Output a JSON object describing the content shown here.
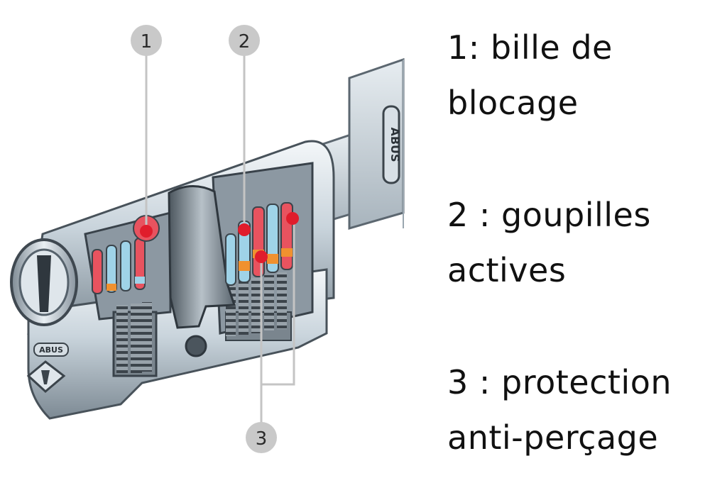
{
  "colors": {
    "metal_light": "#e6edf2",
    "metal_mid": "#b9c6d0",
    "metal_dark": "#56626c",
    "pin_red": "#e8535f",
    "pin_blue": "#9fd3e8",
    "pin_orange": "#f0912f",
    "marker_red": "#e01d2c",
    "badge_grey": "#c9c9c9",
    "callout_line": "#c4c4c4",
    "text": "#111111"
  },
  "callouts": [
    {
      "number": "1"
    },
    {
      "number": "2"
    },
    {
      "number": "3"
    }
  ],
  "legend": {
    "item1": {
      "line1": "1: bille de",
      "line2": "blocage"
    },
    "item2": {
      "line1": "2 : goupilles",
      "line2": "actives"
    },
    "item3": {
      "line1": "3 : protection",
      "line2": "anti-perçage"
    }
  },
  "brand": {
    "key_text": "ABUS",
    "body_text": "ABUS"
  }
}
